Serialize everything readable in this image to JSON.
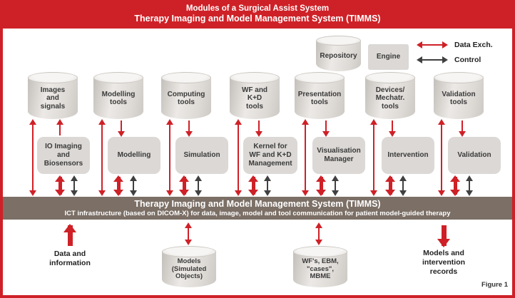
{
  "title": {
    "line1": "Modules of a Surgical Assist System",
    "line2": "Therapy Imaging and Model Management System (TIMMS)"
  },
  "legend": {
    "data_exchange": "Data Exch.",
    "control": "Control"
  },
  "repository": {
    "label": "Repository"
  },
  "engine": {
    "label": "Engine"
  },
  "modules": [
    {
      "store": "Images\nand\nsignals",
      "processor": "IO Imaging\nand\nBiosensors"
    },
    {
      "store": "Modelling\ntools",
      "processor": "Modelling"
    },
    {
      "store": "Computing\ntools",
      "processor": "Simulation"
    },
    {
      "store": "WF and\nK+D\ntools",
      "processor": "Kernel for\nWF and K+D\nManagement"
    },
    {
      "store": "Presentation\ntools",
      "processor": "Visualisation\nManager"
    },
    {
      "store": "Devices/\nMechatr.\ntools",
      "processor": "Intervention"
    },
    {
      "store": "Validation\ntools",
      "processor": "Validation"
    }
  ],
  "timms_bar": {
    "title": "Therapy Imaging and Model Management System (TIMMS)",
    "subtitle": "ICT infrastructure (based on DICOM-X) for data, image, model and tool communication for patient model-guided therapy"
  },
  "bottom": {
    "data_info": "Data and\ninformation",
    "models_store": "Models\n(Simulated\nObjects)",
    "wf_store": "WF's, EBM,\n\"cases\",\nMBME",
    "models_records": "Models and\nintervention\nrecords"
  },
  "figure_caption": "Figure 1",
  "colors": {
    "red": "#ce2127",
    "bar_brown": "#7b6f66",
    "dark_arrow": "#404040",
    "box_gray": "#dbd8d5"
  }
}
